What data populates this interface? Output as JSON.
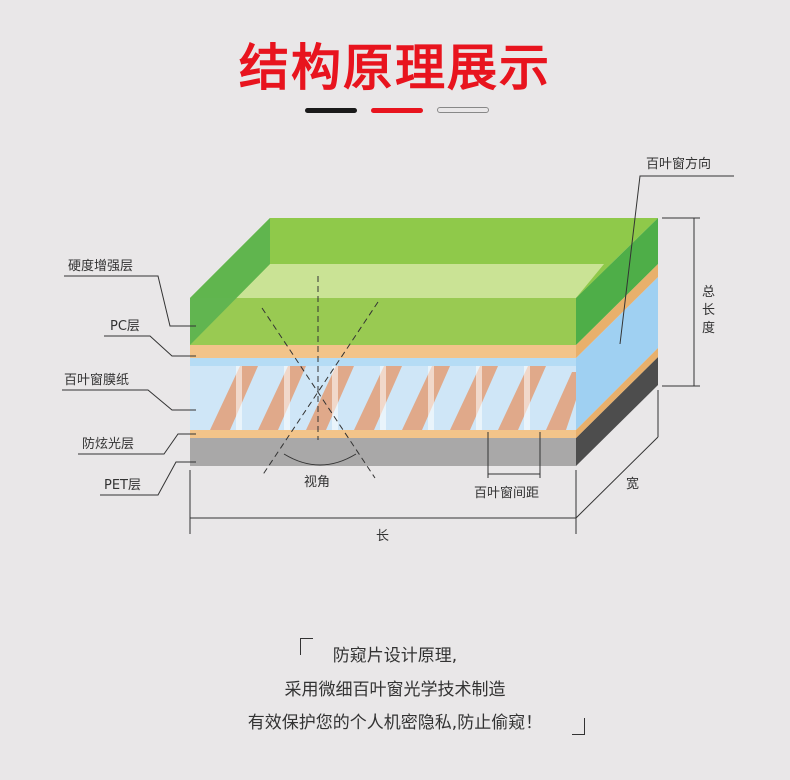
{
  "header": {
    "title": "结构原理展示"
  },
  "labels": {
    "hardness_layer": "硬度增强层",
    "pc_layer": "PC层",
    "louver_film": "百叶窗膜纸",
    "antiglare_layer": "防炫光层",
    "pet_layer": "PET层",
    "louver_direction": "百叶窗方向",
    "total_thickness_1": "总",
    "total_thickness_2": "长",
    "total_thickness_3": "度",
    "view_angle": "视角",
    "louver_pitch": "百叶窗间距",
    "length": "长",
    "width": "宽"
  },
  "description": {
    "line1": "防窥片设计原理,",
    "line2": "采用微细百叶窗光学技术制造",
    "line3": "有效保护您的个人机密隐私,防止偷窥！"
  }
}
